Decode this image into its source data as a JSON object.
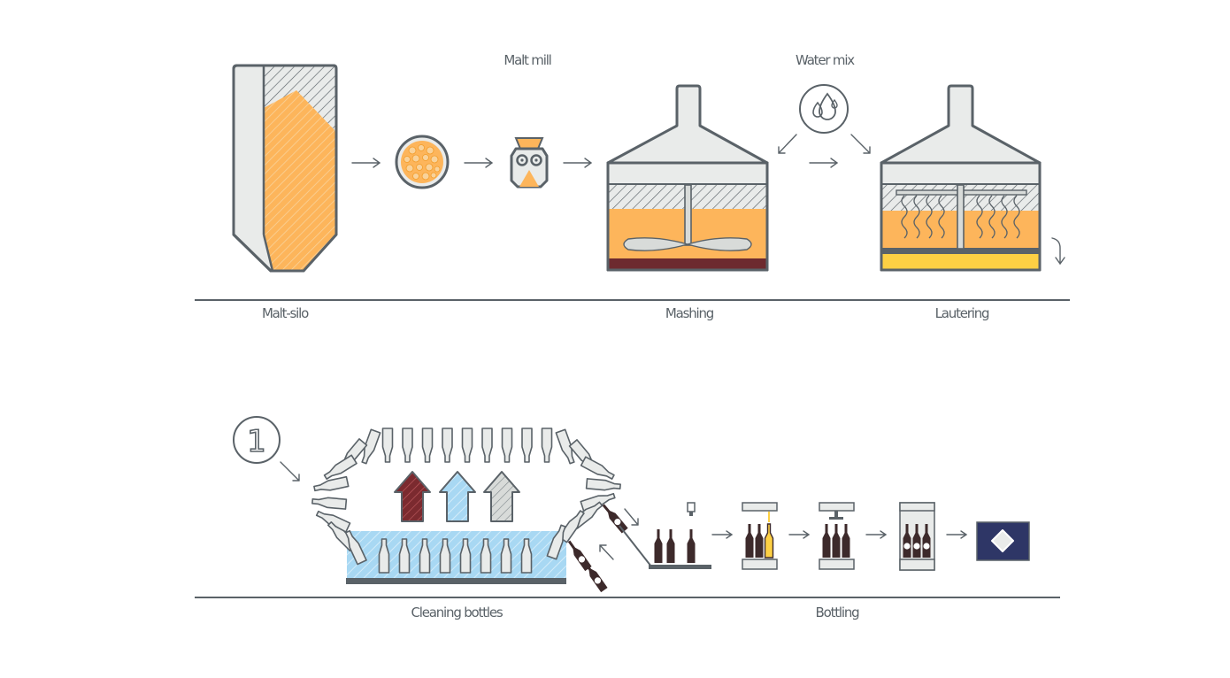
{
  "top_row": {
    "labels": {
      "malt_silo": "Malt-silo",
      "malt_mill": "Malt mill",
      "water_mix": "Water mix",
      "mashing": "Mashing",
      "lautering": "Lautering"
    }
  },
  "bottom_row": {
    "step_number": "1",
    "labels": {
      "cleaning": "Cleaning bottles",
      "bottling": "Bottling"
    }
  },
  "colors": {
    "outline": "#5a6268",
    "malt": "#fdb55b",
    "silver": "#e9ebea",
    "wort_dark": "#6d2a2f",
    "beer_yellow": "#fdd044",
    "water_blue": "#a8d8f3",
    "label_navy": "#2e3666"
  },
  "icons": [
    "silo-icon",
    "grain-icon",
    "mill-icon",
    "water-drops-icon",
    "mash-tun-icon",
    "lauter-tun-icon",
    "bottle-icon",
    "crown-cap-icon",
    "beer-label-icon"
  ]
}
